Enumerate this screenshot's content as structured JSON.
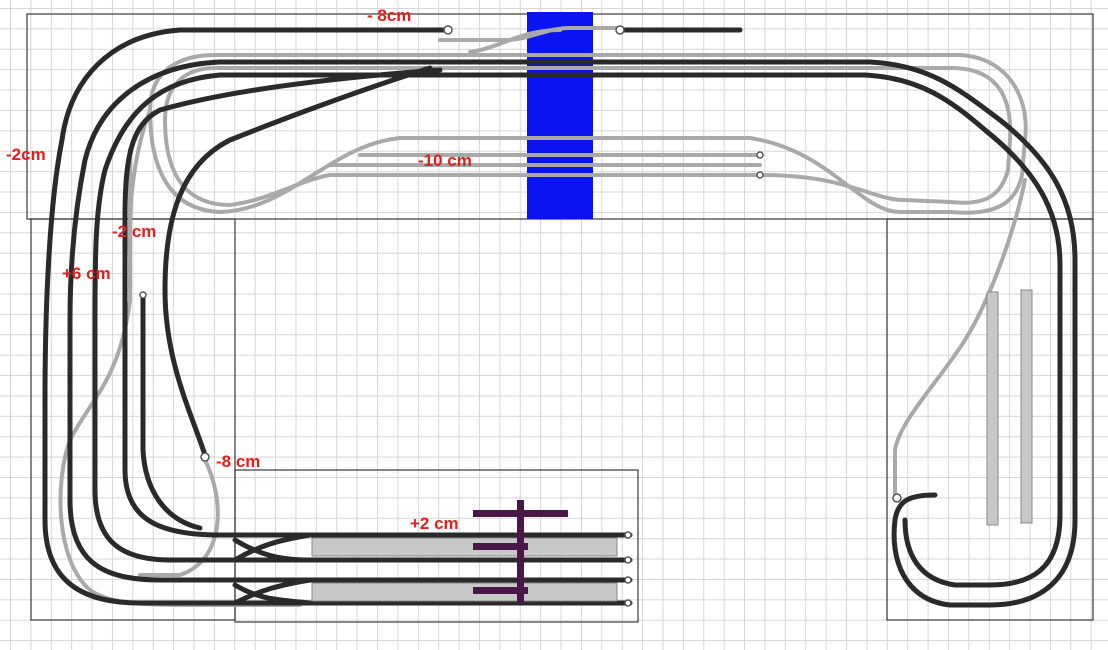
{
  "title": "",
  "colors": {
    "background": "#ffffff",
    "grid": "#d6d6d6",
    "board_outline": "#3a3a3a",
    "main_track": "#2a2a2a",
    "lower_track": "#a9a9a9",
    "platform": "#c8c8c8",
    "bridge": "#0a14f0",
    "crane": "#4a1848",
    "elevation_label": "#e0201c"
  },
  "elevation_labels": {
    "top_minus_8": "- 8cm",
    "left_minus_2": "-2cm",
    "inner_minus_2": "-2 cm",
    "left_plus_6": "+6 cm",
    "spiral_end_minus_8": "-8 cm",
    "center_minus_10": "-10 cm",
    "station_plus_2": "+2 cm"
  },
  "legend": []
}
